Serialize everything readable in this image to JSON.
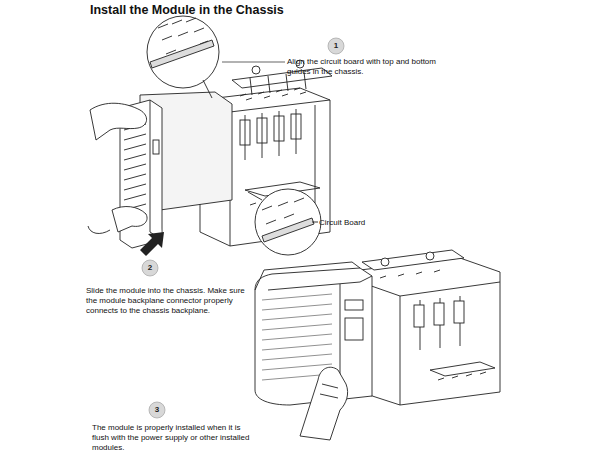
{
  "diagram": {
    "title": "Install the Module in the Chassis",
    "labels": [
      "1",
      "Align the circuit board with top and bottom guides in the chassis.",
      "Circuit Board",
      "2",
      "Slide the module into the chassis. Make sure the module backplane connector properly connects to the chassis backplane.",
      "3",
      "The module is properly installed when it is flush with the power supply or other installed modules."
    ]
  }
}
